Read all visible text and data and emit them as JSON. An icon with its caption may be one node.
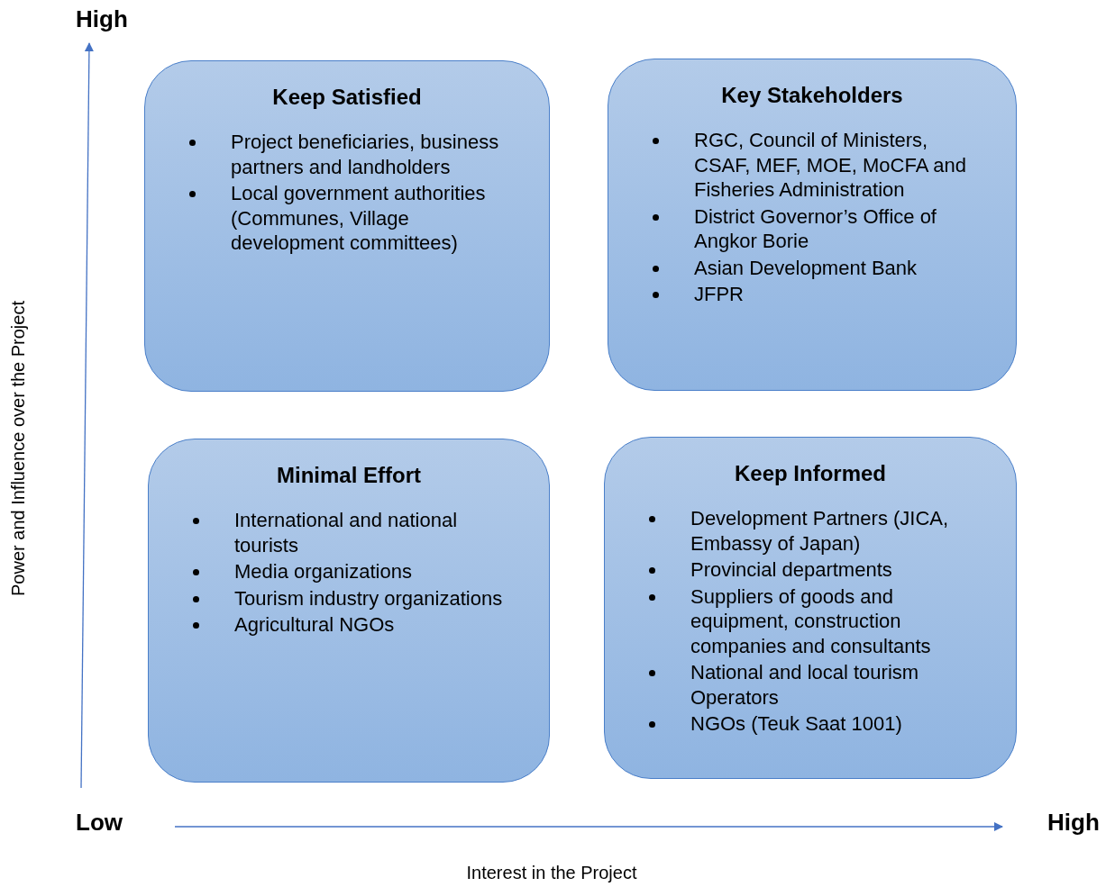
{
  "diagram": {
    "nodes": [
      {
        "text": [
          "Keep Satisfied",
          "Project beneficiaries, business partners and landholders",
          "Local government authorities (Communes, Village development committees)"
        ]
      },
      {
        "text": [
          "Key Stakeholders",
          "RGC, Council of Ministers, CSAF, MEF, MOE, MoCFA and Fisheries Administration",
          "District Governor’s Office of Angkor Borie",
          "Asian Development Bank",
          "JFPR"
        ]
      },
      {
        "text": [
          "Minimal Effort",
          "International and national tourists",
          "Media organizations",
          "Tourism industry organizations",
          "Agricultural NGOs"
        ]
      },
      {
        "text": [
          "Keep Informed",
          "Development Partners (JICA, Embassy of Japan)",
          "Provincial departments",
          "Suppliers of goods and equipment, construction companies and consultants",
          "National and local tourism Operators",
          "NGOs (Teuk Saat 1001)"
        ]
      }
    ],
    "edges": [],
    "labels": [
      "High",
      "Power and Influence over the Project",
      "Low",
      "High",
      "Interest in the Project"
    ]
  }
}
